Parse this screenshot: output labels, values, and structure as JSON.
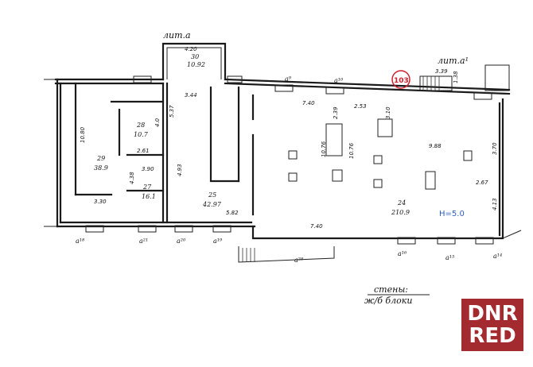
{
  "labels": {
    "lit_a": "лит.а",
    "lit_a1": "лит.а¹",
    "stamp": "103",
    "walls_title": "стены:",
    "walls_sub": "ж/б блоки",
    "height": "H=5.0"
  },
  "windows": {
    "a9": "а⁹",
    "a10": "а¹⁰",
    "a18": "а¹⁸",
    "a21": "а²¹",
    "a20": "а²⁰",
    "a19": "а¹⁹",
    "a28": "а²⁸",
    "a16": "а¹⁶",
    "a15": "а¹⁵",
    "a14": "а¹⁴"
  },
  "rooms": {
    "r30": {
      "num": "30",
      "area": "10.92"
    },
    "r28": {
      "num": "28",
      "area": "10.7"
    },
    "r29": {
      "num": "29",
      "area": "38.9"
    },
    "r27": {
      "num": "27",
      "area": "16.1"
    },
    "r25": {
      "num": "25",
      "area": "42.97"
    },
    "r24": {
      "num": "24",
      "area": "210.9"
    }
  },
  "dims": {
    "d420": "4.20",
    "d339": "3.39",
    "d138": "1.38",
    "d344": "3.44",
    "d740a": "7.40",
    "d253": "2.53",
    "d239": "2.39",
    "d310": "3.10",
    "d1080": "10.80",
    "d537": "5.37",
    "d40": "4.0",
    "d261": "2.61",
    "d390": "3.90",
    "d438": "4.38",
    "d493": "4.93",
    "d330": "3.30",
    "d582": "5.82",
    "d1076a": "10.76",
    "d1076b": "10.76",
    "d988": "9.88",
    "d370": "3.70",
    "d267": "2.67",
    "d413": "4.13",
    "d740b": "7.40"
  },
  "watermark": {
    "line1": "DNR",
    "line2": "RED"
  }
}
